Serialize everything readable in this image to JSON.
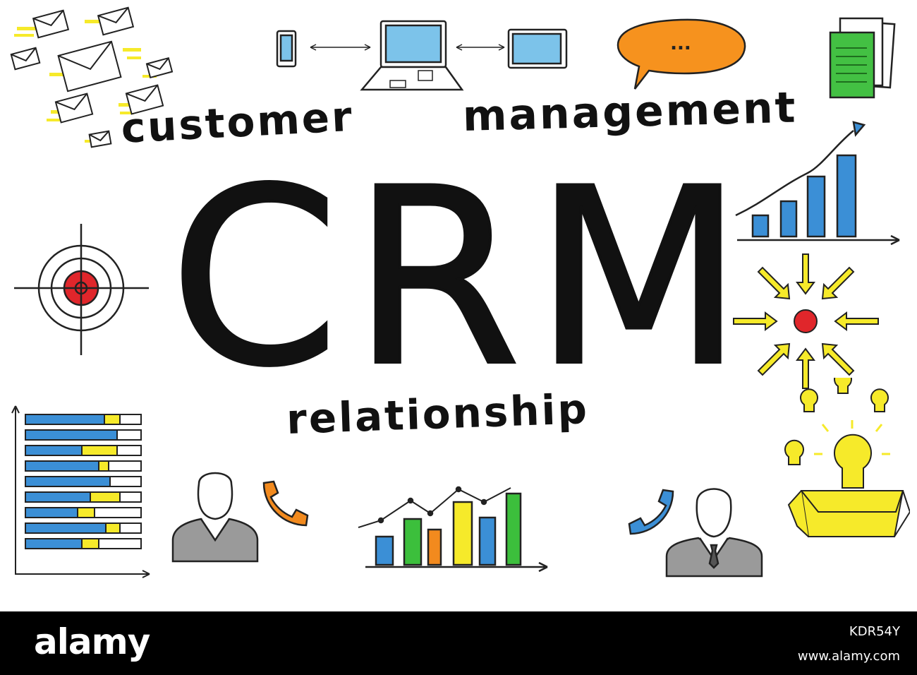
{
  "words": {
    "customer": "customer",
    "management": "management",
    "crm": "CRM",
    "relationship": "relationship"
  },
  "icons": {
    "envelopes": "envelope-icon",
    "devices": "devices-icon",
    "speech_bubble": "speech-bubble-icon",
    "speech_bubble_text": "...",
    "documents": "documents-icon",
    "growth_chart": "growth-chart-icon",
    "target": "target-icon",
    "focus": "converging-arrows-icon",
    "progress_chart": "horizontal-bar-chart-icon",
    "woman": "woman-avatar-icon",
    "phone_orange": "phone-icon",
    "bar_line_chart": "bar-line-chart-icon",
    "phone_blue": "phone-icon",
    "man": "man-avatar-icon",
    "lightbulbs": "lightbulb-icon"
  },
  "colors": {
    "ink": "#111111",
    "blue": "#3b8fd6",
    "yellow": "#f6ea2a",
    "green": "#3cbf3c",
    "orange": "#f28a1e",
    "red": "#e0262b",
    "gray": "#9a9a9a"
  },
  "footer": {
    "logo": "alamy",
    "image_id": "KDR54Y",
    "site": "www.alamy.com"
  }
}
